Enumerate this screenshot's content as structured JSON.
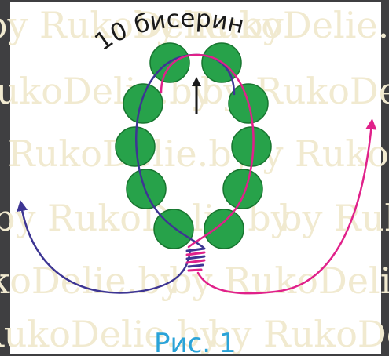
{
  "watermark": {
    "text": "by RukoDelie.by",
    "color": "#f1ead0"
  },
  "bead_count_label": "10 бисерин",
  "figure_caption": "Рис. 1",
  "colors": {
    "frame": "#3f3f41",
    "bead_fill": "#27a24a",
    "bead_stroke": "#17752f",
    "thread_left": "#3d3593",
    "thread_right": "#e0218a",
    "caption": "#2aa3d8",
    "label": "#1a1a1a"
  },
  "icons": {
    "pointer_arrow": "up-arrow-icon",
    "left_arrow": "arrow-curve-left-icon",
    "right_arrow": "arrow-curve-right-icon"
  }
}
